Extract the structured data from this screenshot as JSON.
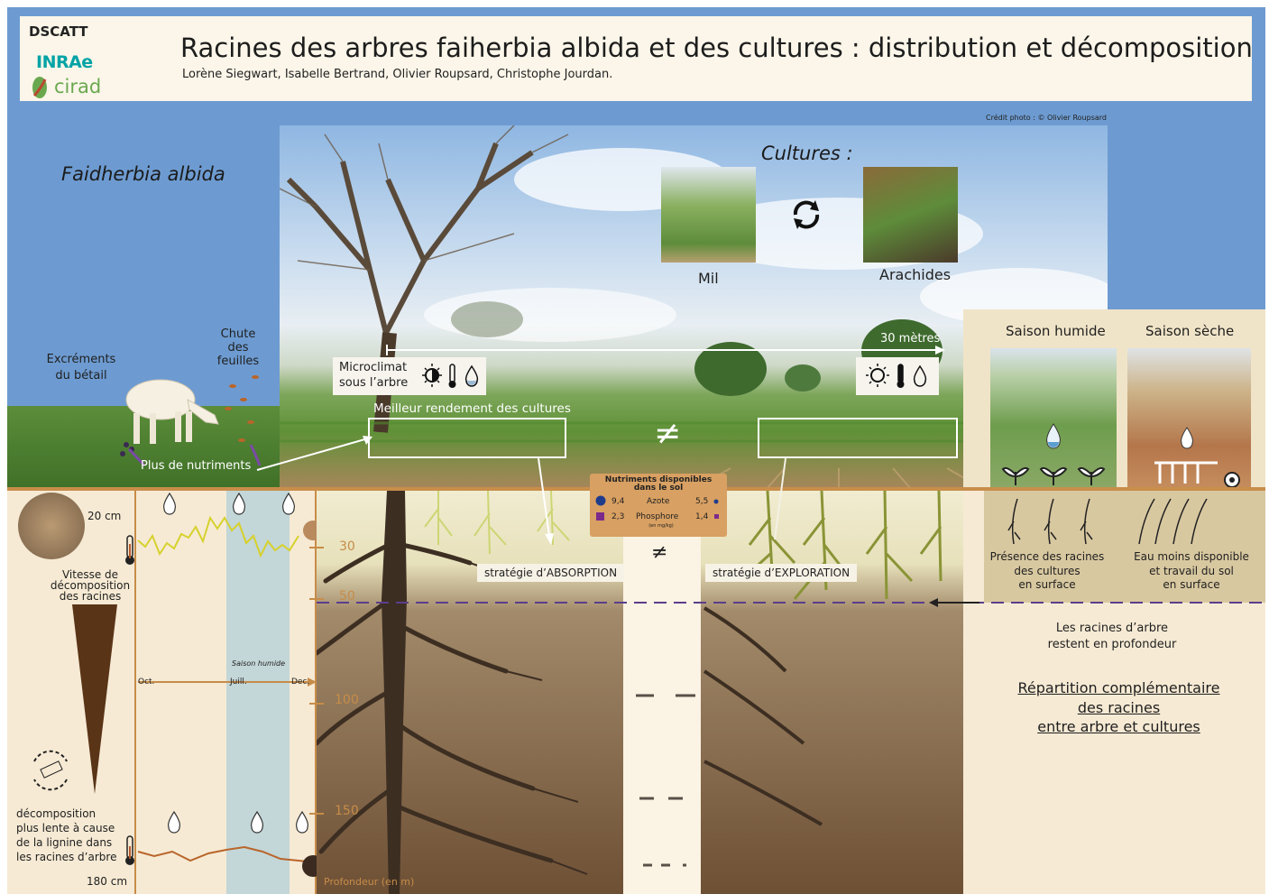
{
  "header": {
    "title": "Racines des arbres faiherbia albida et des cultures : distribution et décomposition",
    "authors": "Lorène Siegwart, Isabelle Bertrand, Olivier Roupsard, Christophe Jourdan.",
    "logos": [
      "DSCATT",
      "INRAe",
      "cirad"
    ]
  },
  "photo": {
    "credit": "Crédit photo : © Olivier Roupsard",
    "species": "Faidherbia albida",
    "cultures_title": "Cultures :",
    "crop1": "Mil",
    "crop2": "Arachides",
    "distance": "30 mètres",
    "microclimate": "Microclimat\nsous l’arbre",
    "better_yield": "Meilleur rendement des cultures",
    "different": "≠"
  },
  "left": {
    "excrement": "Excréments\ndu bétail",
    "leaf_fall": "Chute\ndes\nfeuilles",
    "more_nutrients": "Plus de nutriments"
  },
  "seasons": {
    "humid": "Saison humide",
    "dry": "Saison sèche",
    "humid_text": "Présence des racines\ndes cultures\nen surface",
    "dry_text": "Eau moins disponible\net travail du sol\nen surface"
  },
  "nutrients": {
    "title": "Nutriments disponibles\ndans le sol",
    "rows": [
      {
        "name": "Azote",
        "left": "9,4",
        "right": "5,5",
        "color": "#1f3c8c"
      },
      {
        "name": "Phosphore",
        "left": "2,3",
        "right": "1,4",
        "color": "#7b2a8c"
      }
    ],
    "unit": "(en mg/kg)"
  },
  "strategies": {
    "absorption": "stratégie d’ABSORPTION",
    "exploration": "stratégie d’EXPLORATION"
  },
  "decomposition": {
    "top_depth": "20 cm",
    "bottom_depth": "180 cm",
    "speed_label": "Vitesse de\ndécomposition\ndes racines",
    "slow_text": "décomposition\nplus lente à cause\nde la lignine dans\nles racines d’arbre",
    "months": [
      "Oct.",
      "Juill.",
      "Dec."
    ],
    "wet_season": "Saison humide"
  },
  "depth_axis": {
    "ticks": [
      "30",
      "50",
      "100",
      "150"
    ],
    "label": "Profondeur (en m)"
  },
  "right": {
    "deep_roots": "Les racines d’arbre\nrestent en profondeur",
    "complementary": [
      "Répartition complémentaire",
      "des racines",
      "entre arbre et cultures"
    ]
  },
  "colors": {
    "sky": "#6d9bd1",
    "header_bg": "#fbf6e9",
    "soil_accent": "#c78c48",
    "panel_bg": "#f6ead4",
    "dashed_line": "#5b3d8c"
  }
}
